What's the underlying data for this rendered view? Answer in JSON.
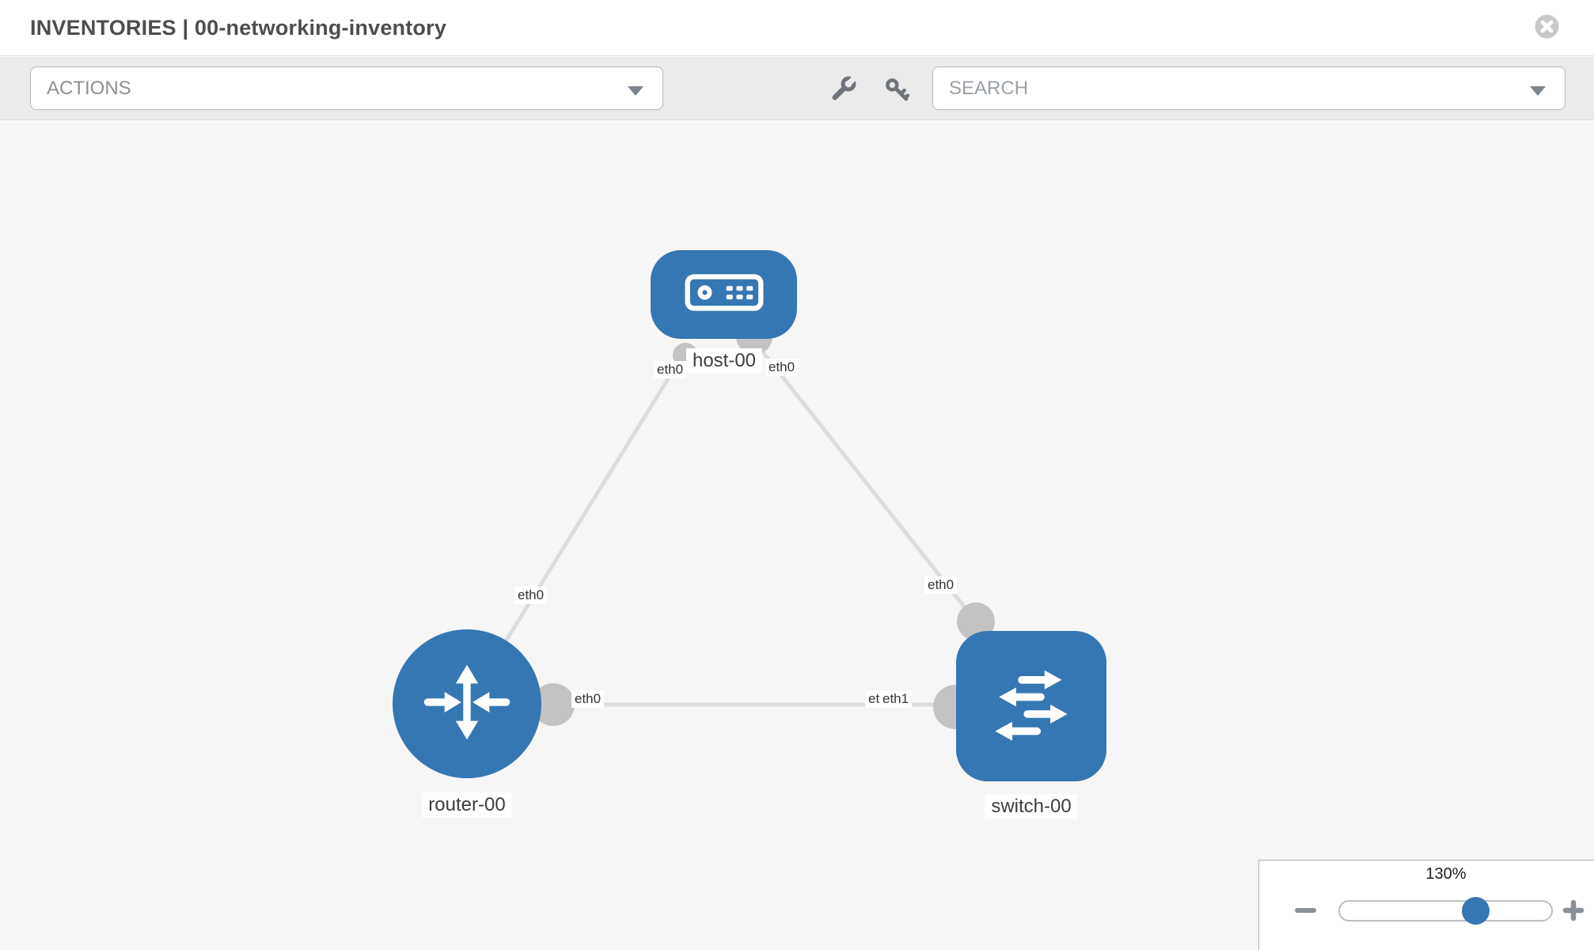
{
  "header": {
    "title": "INVENTORIES | 00-networking-inventory"
  },
  "toolbar": {
    "actions_label": "ACTIONS",
    "search_placeholder": "SEARCH"
  },
  "diagram": {
    "nodes": [
      {
        "id": "host-00",
        "label": "host-00",
        "type": "host"
      },
      {
        "id": "router-00",
        "label": "router-00",
        "type": "router"
      },
      {
        "id": "switch-00",
        "label": "switch-00",
        "type": "switch"
      }
    ],
    "links": [
      {
        "source": "host-00",
        "source_iface": "eth0",
        "target": "router-00",
        "target_iface": "eth0"
      },
      {
        "source": "host-00",
        "source_iface": "eth0",
        "target": "switch-00",
        "target_iface": "eth0"
      },
      {
        "source": "router-00",
        "source_iface": "eth0",
        "target": "switch-00",
        "target_iface": "eth1"
      }
    ],
    "overlapped_iface_label": "eth0"
  },
  "zoom_control": {
    "level": "130%"
  },
  "icons": {
    "close": "circle-x-icon",
    "wrench": "wrench-icon",
    "key": "key-icon",
    "actions_caret": "chevron-down-icon",
    "search_caret": "chevron-down-icon",
    "zoom_out": "minus-icon",
    "zoom_in": "plus-icon",
    "host_glyph": "server-icon",
    "router_glyph": "router-arrows-icon",
    "switch_glyph": "switch-arrows-icon"
  },
  "colors": {
    "node_blue": "#3577b3",
    "connector_gray": "#c3c3c3",
    "link_gray": "#dcdcdc",
    "toolbar_bg": "#ebebeb",
    "canvas_bg": "#f6f6f6"
  }
}
